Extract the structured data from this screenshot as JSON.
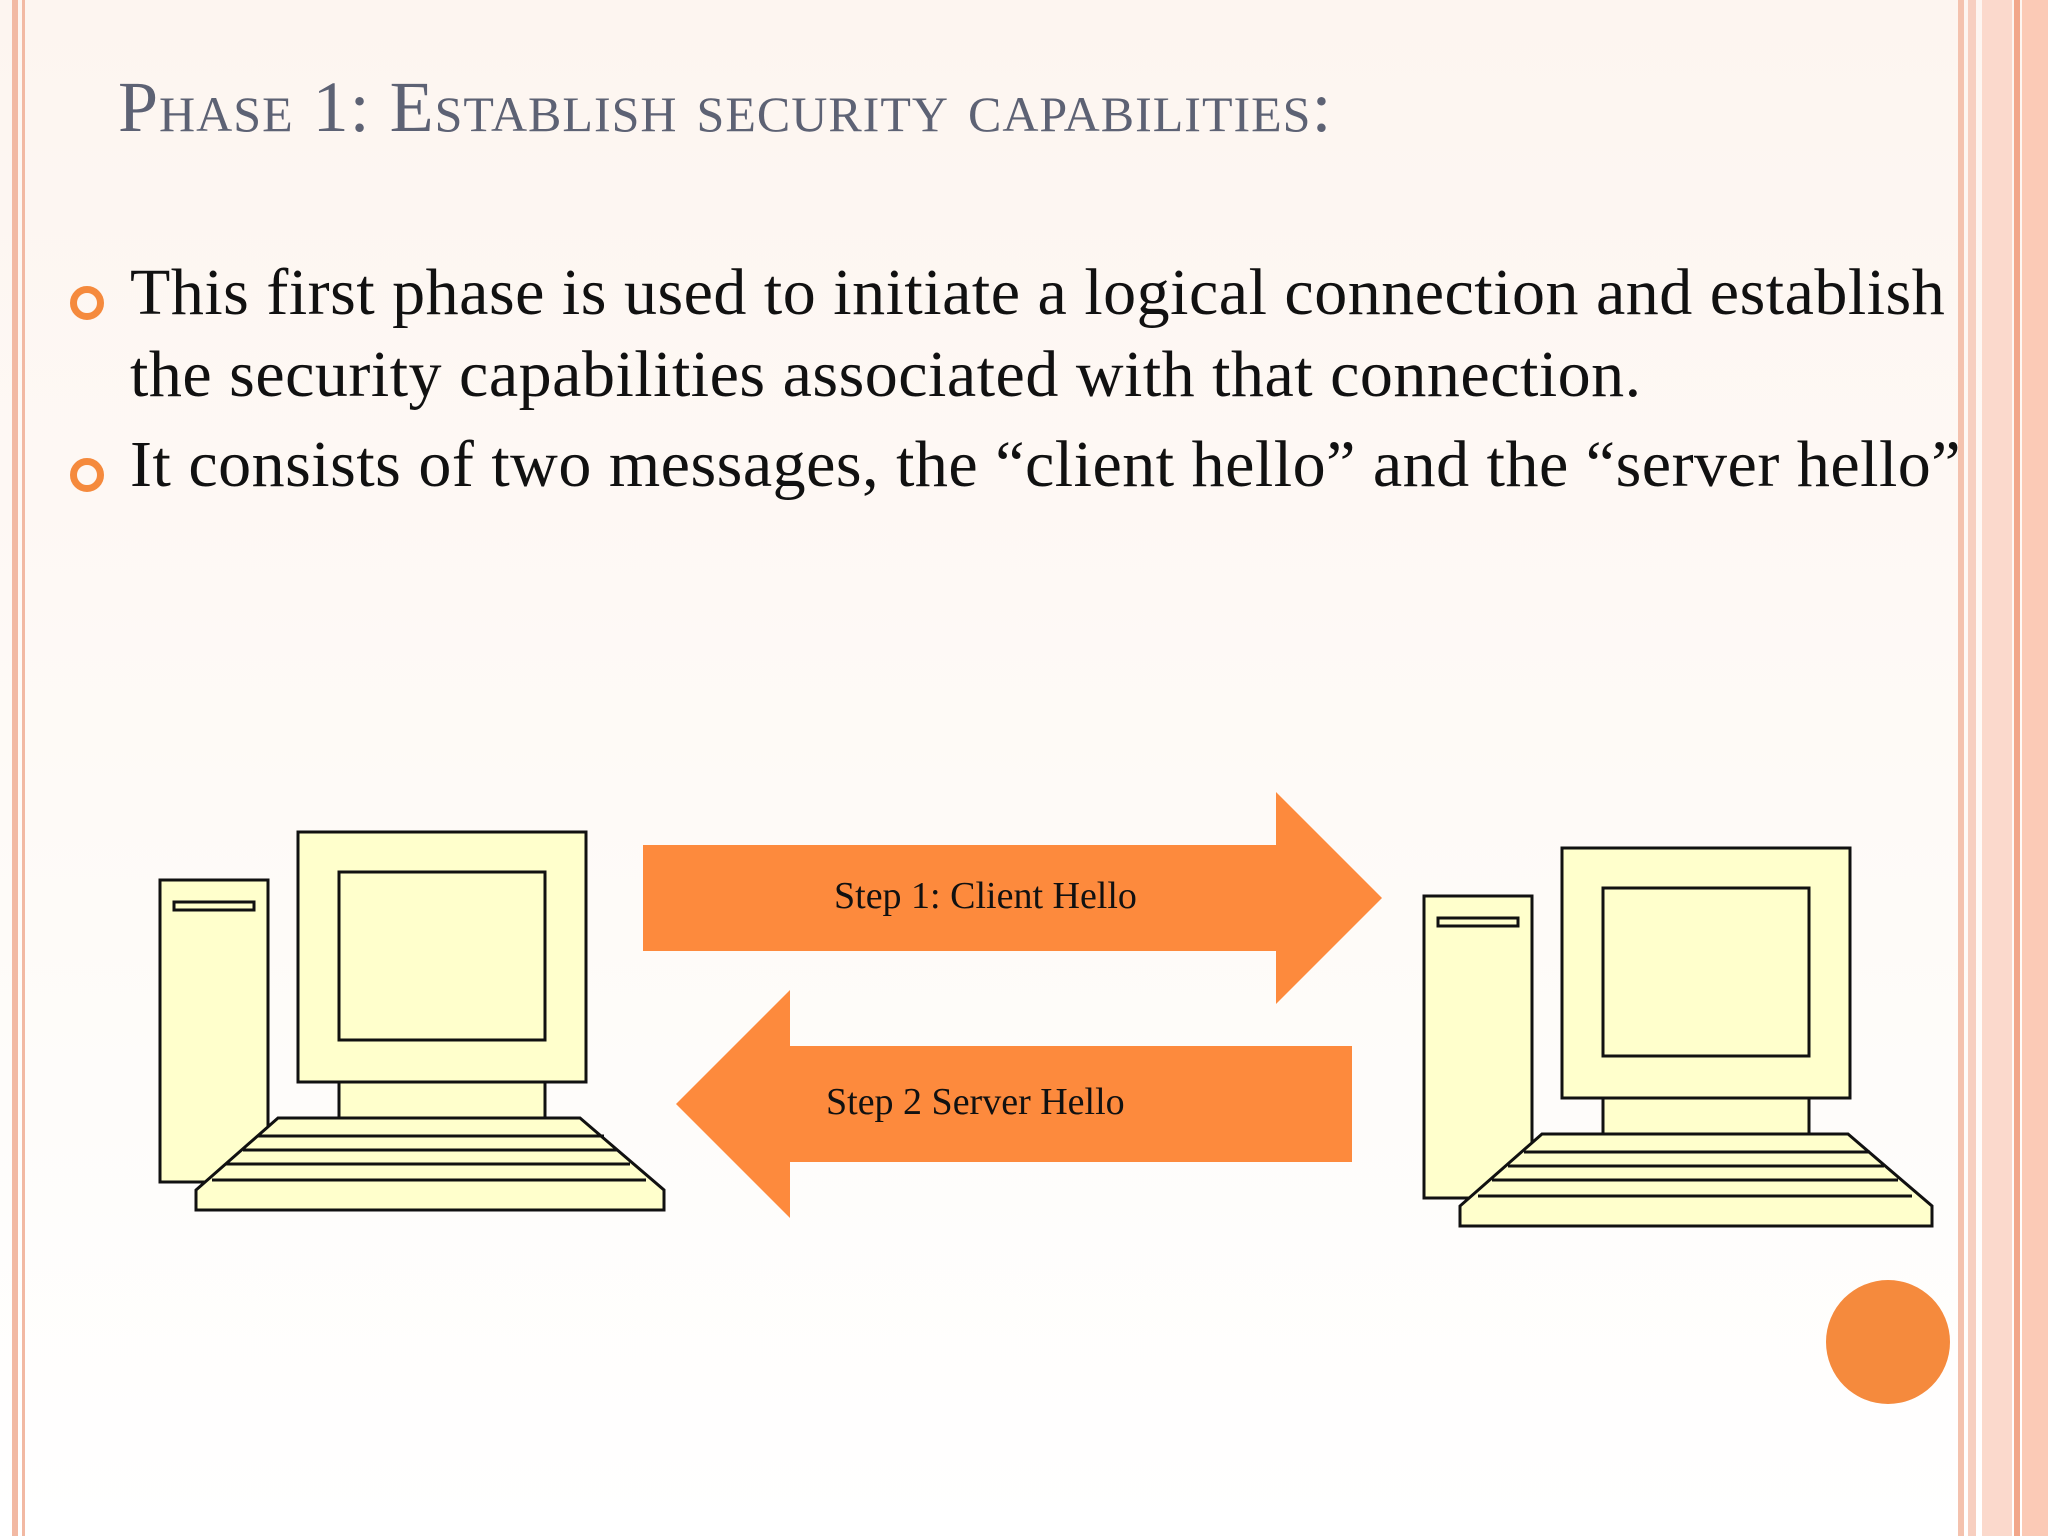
{
  "slide": {
    "title": "Phase 1: Establish security capabilities:",
    "bullets": [
      "This first phase is used to initiate a logical connection and establish the security capabilities associated with that connection.",
      "It consists of two messages, the “client hello” and the “server hello”"
    ]
  },
  "diagram": {
    "client_computer": "computer-icon",
    "server_computer": "computer-icon",
    "arrows": [
      {
        "label": "Step 1: Client Hello",
        "direction": "right"
      },
      {
        "label": "Step 2 Server Hello",
        "direction": "left"
      }
    ]
  },
  "colors": {
    "accent": "#f58a3d",
    "title": "#5d6274",
    "computer_fill": "#ffffcc",
    "stripe": "#f2b9a3"
  }
}
